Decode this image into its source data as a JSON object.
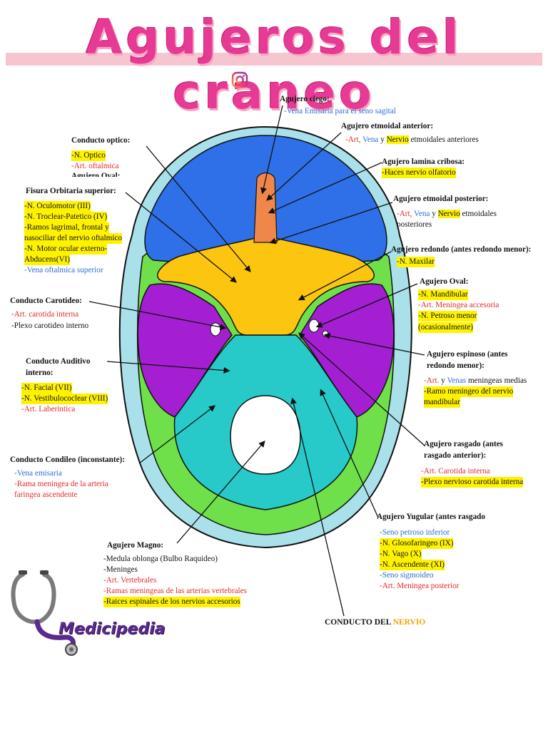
{
  "title": "Agujeros del craneo",
  "colors": {
    "title": "#e73a94",
    "anterior": "#2f6fe8",
    "sphenoid": "#fcc50f",
    "middle": "#a41fd1",
    "posterior": "#27c9c9",
    "highlight": "#fff200",
    "artery": "#e52b2b",
    "vein": "#2a6fd6"
  },
  "icons": {
    "social": "instagram-icon",
    "logo": "stethoscope-icon"
  },
  "labels": {
    "ciego": {
      "head": "Agujero ciego:",
      "l1": "-Vena Emisaria para el seno sagital"
    },
    "etm_ant": {
      "head": "Agujero etmoidal anterior:",
      "a": "-Art,",
      "v": " Vena",
      "y": " y ",
      "n": "Nervio",
      "rest": " etmoidales anteriores"
    },
    "lamina": {
      "head": "Agujero lamina cribosa:",
      "l1": "-Haces nervio olfatorio"
    },
    "etm_post": {
      "head": "Agujero etmoidal posterior:",
      "a": "-Art,",
      "v": " Vena",
      "y": " y ",
      "n": "Nervio",
      "rest": " etmoidales",
      "l2": "posteriores"
    },
    "redondo": {
      "head": "Agujero redondo (antes redondo menor):",
      "l1": "-N. Maxilar"
    },
    "oval": {
      "head": "Agujero Oval:",
      "l1": "-N. Mandibular",
      "l2": "-Art. Meningea accesoria",
      "l3": "-N. Petroso menor",
      "l4": "(ocasionalmente)"
    },
    "espinoso": {
      "head1": "Agujero espinoso (antes",
      "head2": "redondo menor):",
      "a": "-Art.",
      "y": " y ",
      "v": "Venas",
      "rest": " meningeas medias",
      "l2": "-Ramo meningeo del nervio",
      "l3": "mandibular"
    },
    "rasgado": {
      "head1": "Agujero rasgado (antes",
      "head2": "rasgado anterior):",
      "l1": "-Art. Carotida interna",
      "l2": "-Plexo nervioso carotida interna"
    },
    "yugular": {
      "head": "Agujero Yugular (antes rasgado",
      "l1": "-Seno petroso inferior",
      "l2": "-N. Glosofaringeo (IX)",
      "l3": "-N. Vago (X)",
      "l4": "-N. Ascendente (XI)",
      "l5": "-Seno sigmoideo",
      "l6": "-Art. Meningea posterior"
    },
    "conducto_nervio": {
      "head": "CONDUCTO DEL",
      "word": " NERVIO"
    },
    "magno": {
      "head": "Agujero Magno:",
      "l1": "-Medula oblonga (Bulbo Raquideo)",
      "l2": "-Meninges",
      "l3": "-Art. Vertebrales",
      "l4": "-Ramas meningeas de las arterias vertebrales",
      "l5": "-Raices espinales de los nervios accesorios"
    },
    "condileo": {
      "head": "Conducto Condileo (inconstante):",
      "l1": "-Vena emisaria",
      "l2": "-Rama meningea de la arteria",
      "l3": "faringea ascendente"
    },
    "auditivo": {
      "head1": "Conducto Auditivo",
      "head2": "interno:",
      "l1": "-N. Facial (VII)",
      "l2": "-N. Vestibulococlear (VIII)",
      "l3": "-Art. Laberintica"
    },
    "carotideo": {
      "head": "Conducto Carotideo:",
      "l1": "-Art. carotida interna",
      "l2": "-Plexo carotideo interno"
    },
    "fisura": {
      "head": "Fisura Orbitaria superior:",
      "l1": "-N. Oculomotor (III)",
      "l2": "-N. Troclear-Patetico (IV)",
      "l3": "-Ramos lagrimal, frontal y",
      "l4": "nasociliar del nervio oftalmico",
      "l5": "-N. Motor ocular externo-",
      "l6": "Abducens(VI)",
      "l7": "-Vena oftalmica superior"
    },
    "optico": {
      "head": "Conducto optico:",
      "l1": "-N. Optico",
      "l2": "-Art. oftalmica",
      "l3": "Agujero Oval:"
    }
  },
  "logo": {
    "text": "Medicipedia"
  }
}
